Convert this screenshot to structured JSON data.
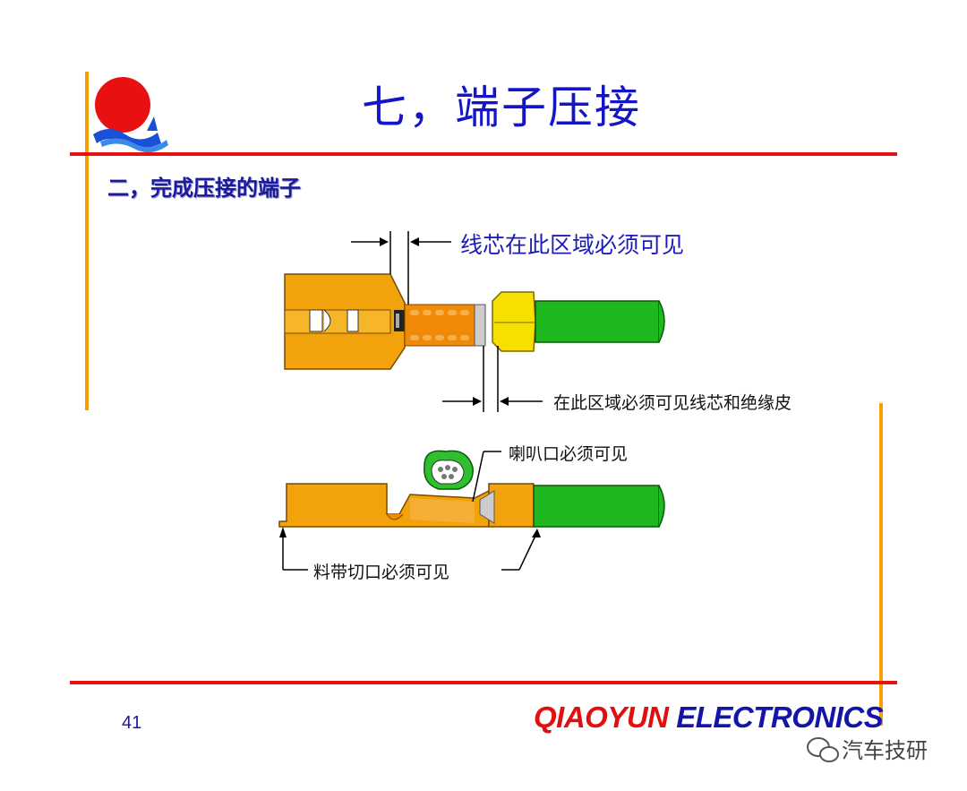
{
  "slide": {
    "title": "七，端子压接",
    "section_heading": "二，完成压接的端子",
    "page_number": "41"
  },
  "callouts": {
    "core_visible": "线芯在此区域必须可见",
    "core_and_insulation_visible": "在此区域必须可见线芯和绝缘皮",
    "bellmouth_visible": "喇叭口必须可见",
    "carrier_cutoff_visible": "料带切口必须可见"
  },
  "footer": {
    "brand_part1": "QIAOYUN",
    "brand_part2": "ELECTRONICS",
    "watermark_text": "汽车技研"
  },
  "colors": {
    "accent_red": "#e01010",
    "accent_orange": "#f5a000",
    "title_blue": "#1515c8",
    "terminal_orange": "#f2a20a",
    "wire_green": "#1fb81f",
    "insulation_yellow": "#f5e000"
  },
  "icons": {
    "logo": "sun-over-waves-logo",
    "watermark": "wechat-icon"
  }
}
